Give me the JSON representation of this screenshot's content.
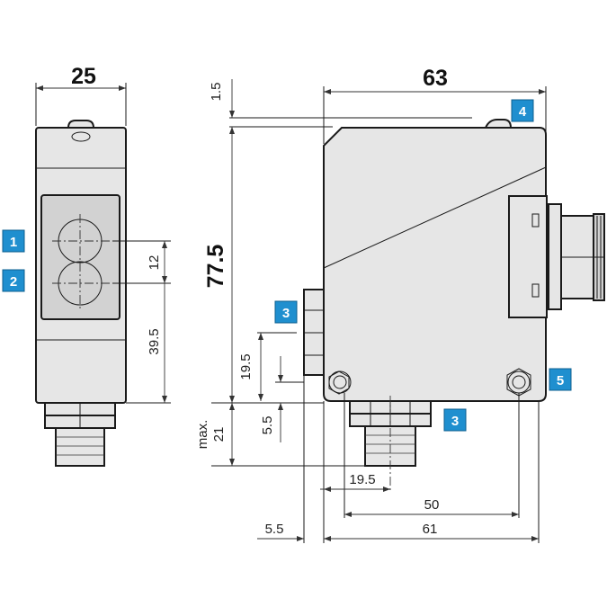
{
  "front_view": {
    "width_label": "25",
    "lens_spacing_label": "12",
    "lens_to_bottom_label": "39.5",
    "callouts": [
      "1",
      "2"
    ]
  },
  "side_view": {
    "width_label": "63",
    "height_label": "77.5",
    "top_offset_label": "1.5",
    "connector_height_label": "19.5",
    "connector_offset_label": "5.5",
    "max_label_line1": "max.",
    "max_label_line2": "21",
    "nut_width_label": "19.5",
    "hole_spacing_label": "50",
    "overall_label": "61",
    "left_offset_label": "5.5",
    "callouts": [
      "3",
      "4",
      "3",
      "5"
    ]
  },
  "colors": {
    "callout": "#1f8fcf",
    "housing": "#e6e6e6",
    "line": "#1a1a1a"
  }
}
